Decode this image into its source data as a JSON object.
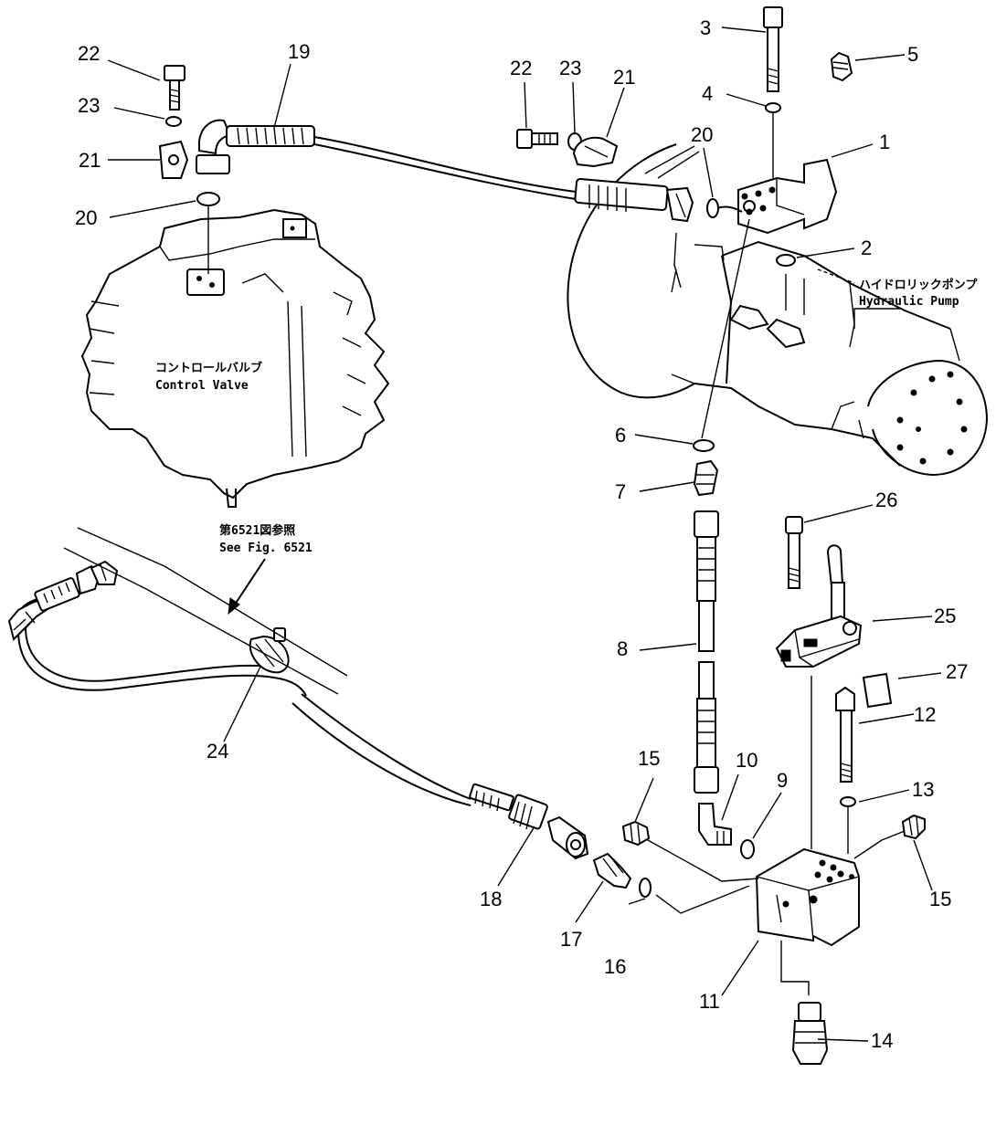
{
  "labels": {
    "n1": "1",
    "n2": "2",
    "n3": "3",
    "n4": "4",
    "n5": "5",
    "n6": "6",
    "n7": "7",
    "n8": "8",
    "n9": "9",
    "n10": "10",
    "n11": "11",
    "n12": "12",
    "n13": "13",
    "n14": "14",
    "n15a": "15",
    "n15b": "15",
    "n16": "16",
    "n17": "17",
    "n18": "18",
    "n19": "19",
    "n20a": "20",
    "n20b": "20",
    "n21a": "21",
    "n21b": "21",
    "n22a": "22",
    "n22b": "22",
    "n23a": "23",
    "n23b": "23",
    "n24": "24",
    "n25": "25",
    "n26": "26",
    "n27": "27"
  },
  "captions": {
    "control_valve_jp": "コントロールバルブ",
    "control_valve_en": "Control Valve",
    "hydraulic_pump_jp": "ハイドロリックポンプ",
    "hydraulic_pump_en": "Hydraulic Pump",
    "see_fig_jp": "第6521図参照",
    "see_fig_en": "See Fig. 6521"
  }
}
